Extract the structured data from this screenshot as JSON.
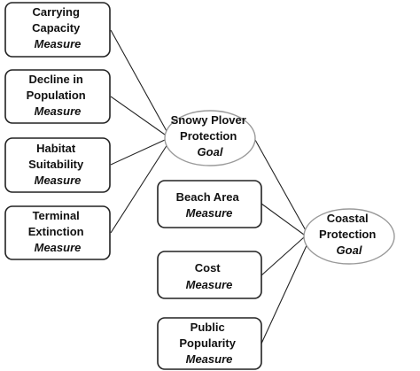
{
  "measures_left": [
    {
      "id": "carrying-capacity",
      "line1": "Carrying",
      "line2": "Capacity",
      "type": "Measure"
    },
    {
      "id": "decline-in-population",
      "line1": "Decline in",
      "line2": "Population",
      "type": "Measure"
    },
    {
      "id": "habitat-suitability",
      "line1": "Habitat",
      "line2": "Suitability",
      "type": "Measure"
    },
    {
      "id": "terminal-extinction",
      "line1": "Terminal",
      "line2": "Extinction",
      "type": "Measure"
    }
  ],
  "measures_right": [
    {
      "id": "beach-area",
      "line1": "Beach Area",
      "type": "Measure"
    },
    {
      "id": "cost",
      "line1": "Cost",
      "type": "Measure"
    },
    {
      "id": "public-popularity",
      "line1": "Public",
      "line2": "Popularity",
      "type": "Measure"
    }
  ],
  "goals": {
    "snowy_plover": {
      "line1": "Snowy Plover",
      "line2": "Protection",
      "type": "Goal"
    },
    "coastal": {
      "line1": "Coastal",
      "line2": "Protection",
      "type": "Goal"
    }
  }
}
